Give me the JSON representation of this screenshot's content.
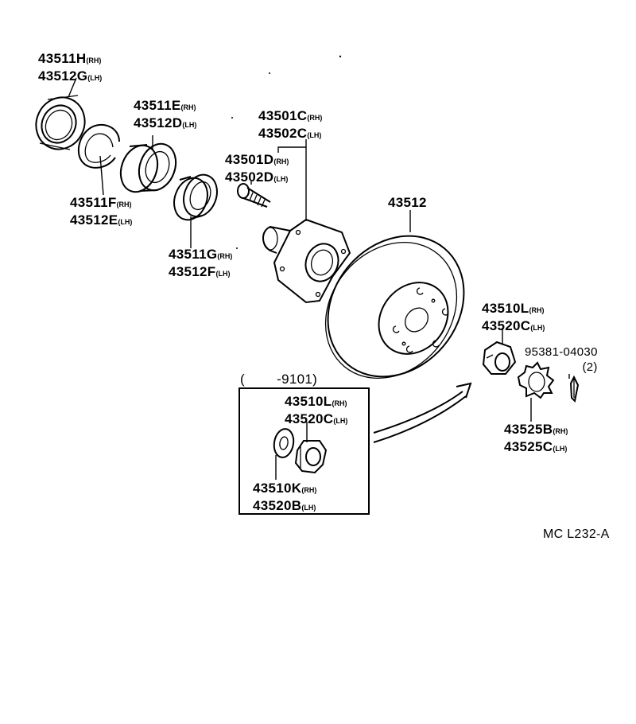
{
  "labels": {
    "seal": {
      "l1": "43511H",
      "s1": "(RH)",
      "l2": "43512G",
      "s2": "(LH)"
    },
    "snap_ring": {
      "l1": "43511F",
      "s1": "(RH)",
      "l2": "43512E",
      "s2": "(LH)"
    },
    "outer_bearing": {
      "l1": "43511E",
      "s1": "(RH)",
      "l2": "43512D",
      "s2": "(LH)"
    },
    "inner_bearing": {
      "l1": "43511G",
      "s1": "(RH)",
      "l2": "43512F",
      "s2": "(LH)"
    },
    "hub": {
      "l1": "43501C",
      "s1": "(RH)",
      "l2": "43502C",
      "s2": "(LH)"
    },
    "hub_bolt": {
      "l1": "43501D",
      "s1": "(RH)",
      "l2": "43502D",
      "s2": "(LH)"
    },
    "disc": {
      "l1": "43512"
    },
    "nut": {
      "l1": "43510L",
      "s1": "(RH)",
      "l2": "43520C",
      "s2": "(LH)"
    },
    "cotter_pin": {
      "l1": "95381-04030",
      "l2": "(2)"
    },
    "nut_lock_cap": {
      "l1": "43525B",
      "s1": "(RH)",
      "l2": "43525C",
      "s2": "(LH)"
    },
    "inset_nut": {
      "l1": "43510L",
      "s1": "(RH)",
      "l2": "43520C",
      "s2": "(LH)"
    },
    "inset_washer": {
      "l1": "43510K",
      "s1": "(RH)",
      "l2": "43520B",
      "s2": "(LH)"
    }
  },
  "inset_title": "(        -9101)",
  "diagram_code": "MC L232-A"
}
